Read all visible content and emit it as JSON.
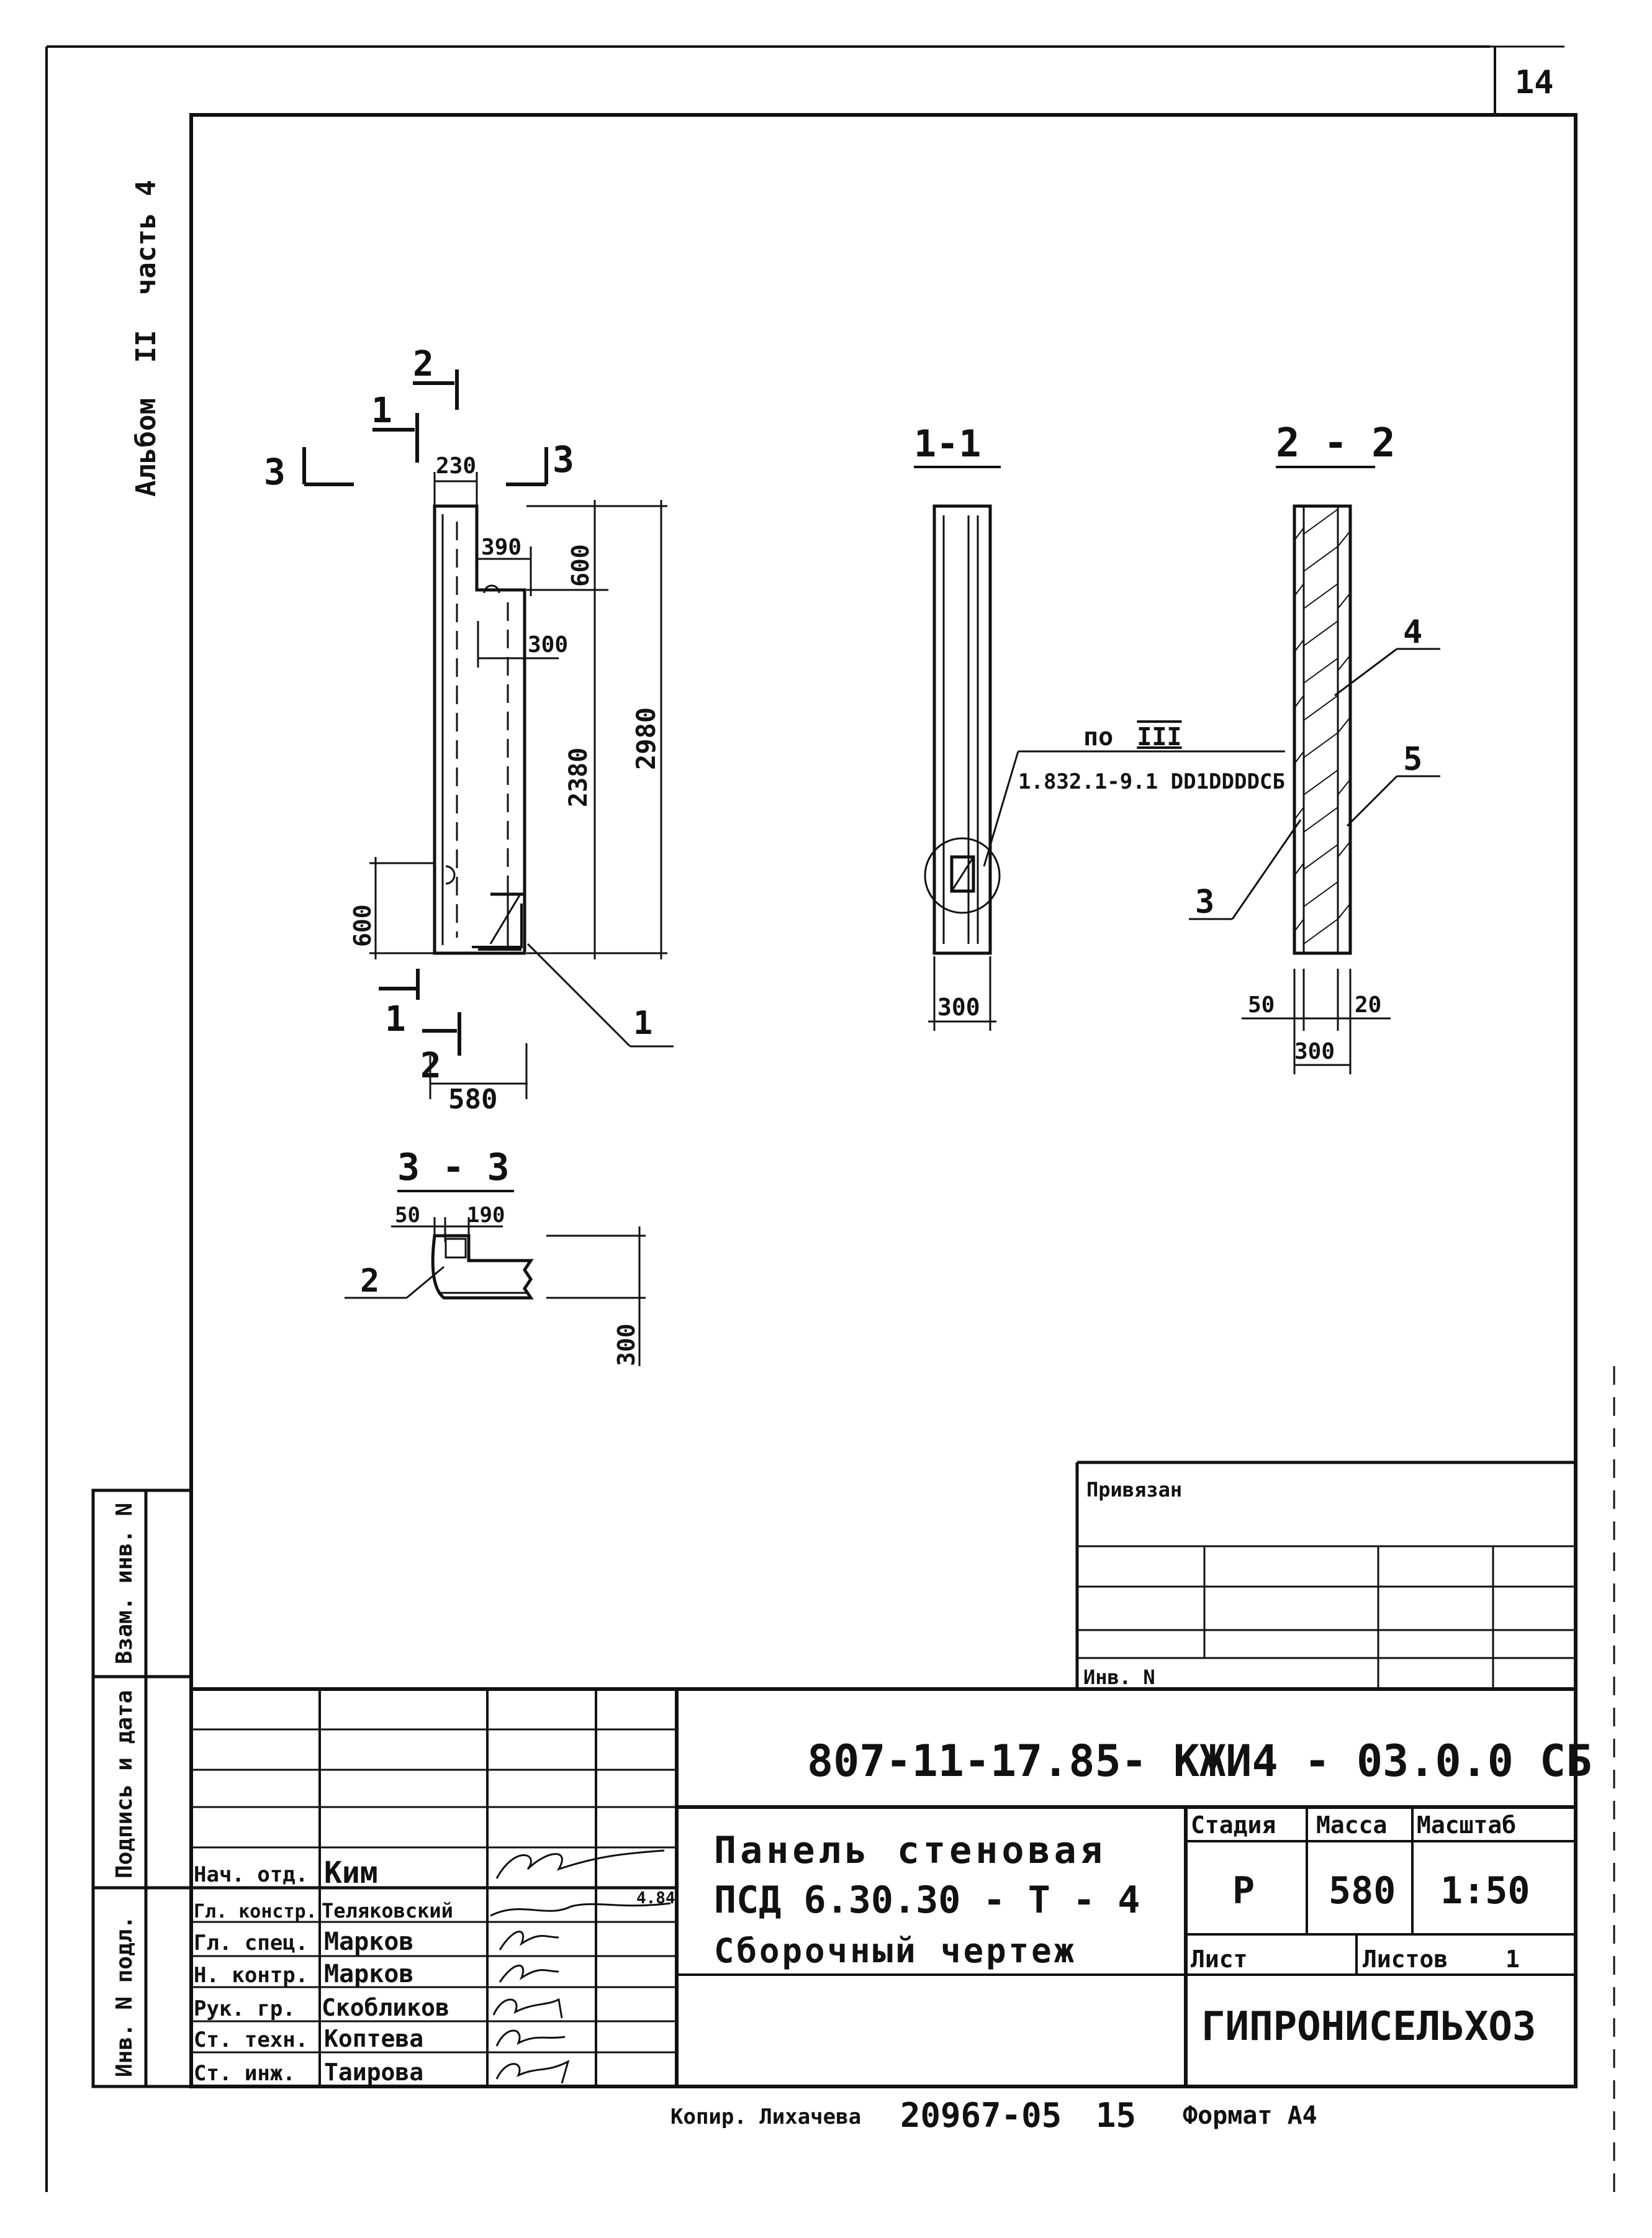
{
  "sheet": {
    "number": "14"
  },
  "binding_side": {
    "album": "Альбом",
    "album_no": "II",
    "part": "часть 4",
    "col1": "Взам. инв. N",
    "col2": "Подпись и дата",
    "col3": "Инв. N подл."
  },
  "elevation": {
    "sec3_left": "3",
    "sec3_right": "3",
    "sec1_top": "1",
    "sec2_top": "2",
    "sec1_bot": "1",
    "sec2_bot": "2",
    "dims": {
      "d230": "230",
      "d390": "390",
      "d300": "300",
      "d600_top": "600",
      "d2380": "2380",
      "d2980": "2980",
      "d600_bot": "600",
      "d580": "580"
    },
    "leader1": "1"
  },
  "section_3_3": {
    "title": "3 - 3",
    "d50": "50",
    "d190": "190",
    "d300": "300",
    "leader2": "2"
  },
  "section_1_1": {
    "title": "1-1",
    "d300": "300",
    "ref_line1": "по",
    "ref_line1b": "III",
    "ref_line2": "1.832.1-9.1 DD1DDDDCБ"
  },
  "section_2_2": {
    "title": "2 - 2",
    "leader4": "4",
    "leader5": "5",
    "leader3": "3",
    "d50": "50",
    "d20": "20",
    "d300": "300"
  },
  "title_block": {
    "privyazan": "Привязан",
    "inv_no": "Инв. N",
    "doc_code": "807-11-17.85- КЖИ4 - 03.0.0 СБ",
    "title_line1": "Панель стеновая",
    "title_line2": "ПСД 6.30.30 - Т - 4",
    "title_line3": "Сборочный чертеж",
    "stage_label": "Стадия",
    "mass_label": "Масса",
    "scale_label": "Масштаб",
    "stage": "Р",
    "mass": "580",
    "scale": "1:50",
    "sheet_label": "Лист",
    "sheets_label": "Листов",
    "sheets": "1",
    "org": "ГИПРОНИСЕЛЬХОЗ",
    "date_note": "4.84",
    "staff": [
      {
        "role": "Нач. отд.",
        "name": "Ким"
      },
      {
        "role": "Гл. констр.",
        "name": "Теляковский"
      },
      {
        "role": "Гл. спец.",
        "name": "Марков"
      },
      {
        "role": "Н. контр.",
        "name": "Марков"
      },
      {
        "role": "Рук. гр.",
        "name": "Скобликов"
      },
      {
        "role": "Ст. техн.",
        "name": "Коптева"
      },
      {
        "role": "Ст. инж.",
        "name": "Таирова"
      }
    ]
  },
  "footer": {
    "copier": "Копир. Лихачева",
    "num": "20967-05",
    "page": "15",
    "format": "Формат А4"
  }
}
